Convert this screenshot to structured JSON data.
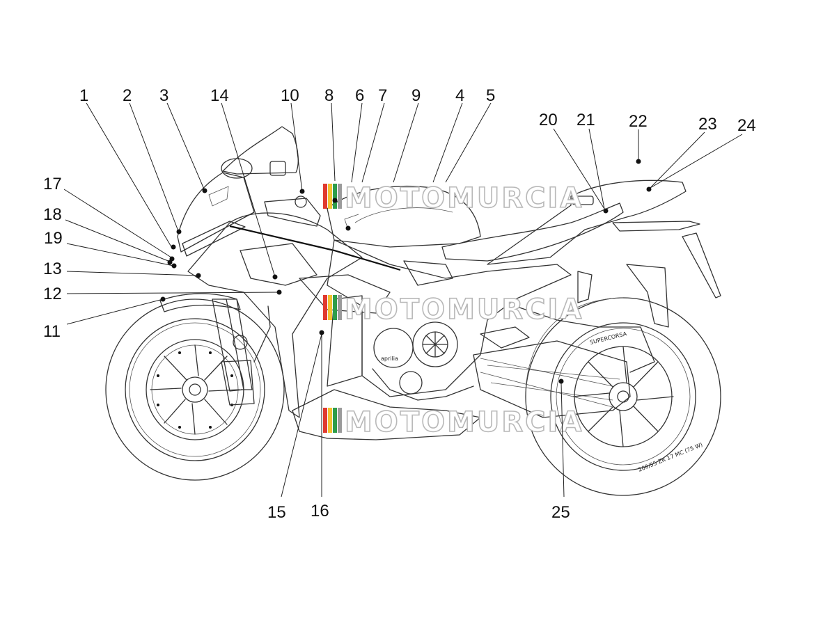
{
  "watermark": {
    "text": "MOTOMURCIA",
    "stripe_colors": [
      "#e03a2f",
      "#f2c230",
      "#2e9d4a",
      "#9b9b9b"
    ]
  },
  "callouts": [
    {
      "num": "1"
    },
    {
      "num": "2"
    },
    {
      "num": "3"
    },
    {
      "num": "14"
    },
    {
      "num": "10"
    },
    {
      "num": "8"
    },
    {
      "num": "6"
    },
    {
      "num": "7"
    },
    {
      "num": "9"
    },
    {
      "num": "4"
    },
    {
      "num": "5"
    },
    {
      "num": "20"
    },
    {
      "num": "21"
    },
    {
      "num": "22"
    },
    {
      "num": "23"
    },
    {
      "num": "24"
    },
    {
      "num": "17"
    },
    {
      "num": "18"
    },
    {
      "num": "19"
    },
    {
      "num": "13"
    },
    {
      "num": "12"
    },
    {
      "num": "11"
    },
    {
      "num": "15"
    },
    {
      "num": "16"
    },
    {
      "num": "25"
    }
  ],
  "tire_markings": {
    "front_brand": "SUPERCORSA",
    "rear_size": "200/55 ZR 17 MC (75 W)"
  },
  "engine_logo": "aprilia"
}
